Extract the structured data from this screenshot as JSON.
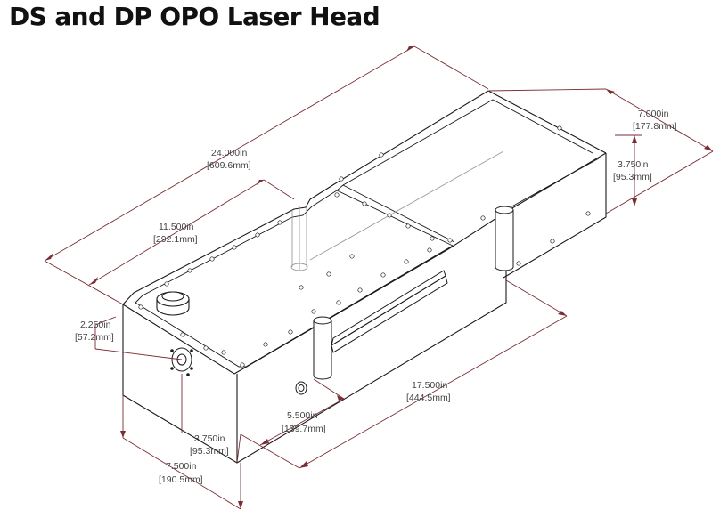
{
  "title": "DS and DP OPO Laser Head",
  "colors": {
    "dimension": "#7a2e33",
    "outline": "#1a1a1a",
    "hidden": "#9a9a9a",
    "title": "#111111"
  },
  "dimensions": {
    "overall_length": {
      "inches": "24.000in",
      "mm": "[609.6mm]"
    },
    "section_length": {
      "inches": "11.500in",
      "mm": "[292.1mm]"
    },
    "depth_right": {
      "inches": "7.000in",
      "mm": "[177.8mm]"
    },
    "height_right": {
      "inches": "3.750in",
      "mm": "[95.3mm]"
    },
    "port_height": {
      "inches": "2.250in",
      "mm": "[57.2mm]"
    },
    "height_front": {
      "inches": "3.750in",
      "mm": "[95.3mm]"
    },
    "depth_front": {
      "inches": "7.500in",
      "mm": "[190.5mm]"
    },
    "port_offset": {
      "inches": "5.500in",
      "mm": "[139.7mm]"
    },
    "side_length": {
      "inches": "17.500in",
      "mm": "[444.5mm]"
    }
  }
}
